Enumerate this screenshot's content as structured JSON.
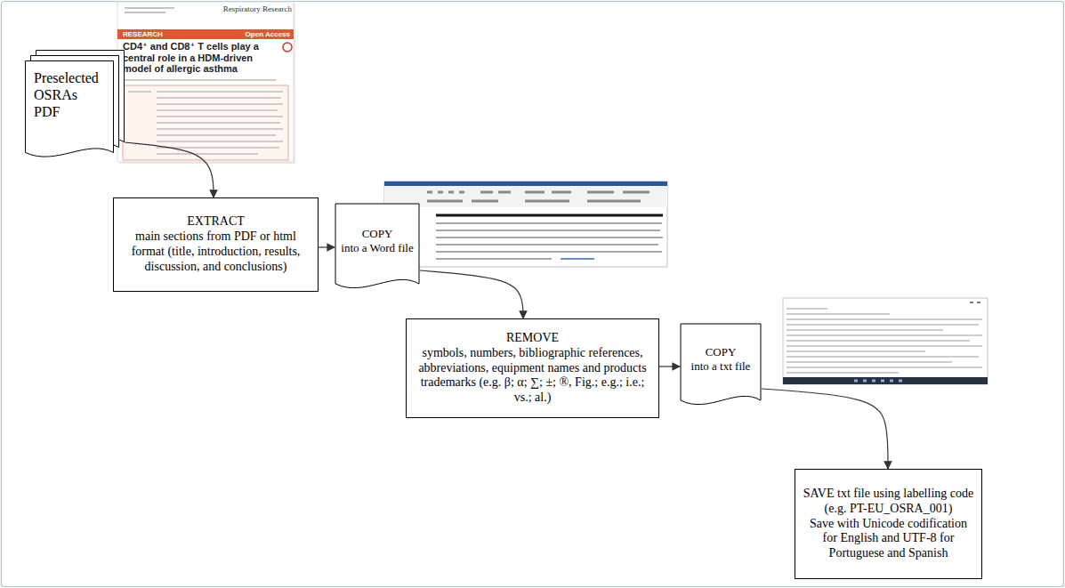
{
  "diagram": {
    "nodes": [
      {
        "text": [
          "Preselected OSRAs PDF"
        ]
      },
      {
        "text": [
          "EXTRACT",
          "main sections from PDF or html format (title, introduction, results, discussion, and conclusions)"
        ]
      },
      {
        "text": [
          "COPY",
          "into a Word file"
        ]
      },
      {
        "text": [
          "REMOVE",
          "symbols, numbers, bibliographic references, abbreviations, equipment names and products trademarks (e.g. β; α; ∑; ±; ®, Fig.; e.g.; i.e.; vs.; al.)"
        ]
      },
      {
        "text": [
          "COPY",
          "into a txt file"
        ]
      },
      {
        "text": [
          "SAVE txt file using labelling code",
          "(e.g. PT-EU_OSRA_001)",
          "Save with Unicode codification for English and UTF-8 for Portuguese and Spanish"
        ]
      }
    ],
    "edges": [
      {
        "from": 0,
        "to": 1,
        "arrow": "to"
      },
      {
        "from": 1,
        "to": 2,
        "arrow": "to"
      },
      {
        "from": 2,
        "to": 3,
        "arrow": "to"
      },
      {
        "from": 3,
        "to": 4,
        "arrow": "to"
      },
      {
        "from": 4,
        "to": 5,
        "arrow": "to"
      }
    ],
    "labels": [
      "Respiratory Research",
      "RESEARCH",
      "Open Access",
      "CD4⁺ and CD8⁺ T cells play a central role in a HDM-driven model of allergic asthma"
    ]
  }
}
